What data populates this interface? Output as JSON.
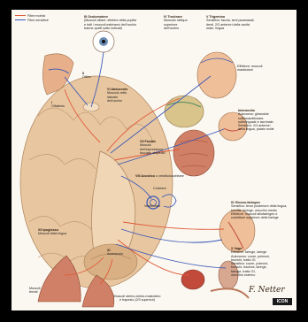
{
  "legend": {
    "motor_label": "Fibre motrici",
    "motor_color": "#e05a3a",
    "sensory_label": "Fibre sensitive",
    "sensory_color": "#3a56b8"
  },
  "nerves": {
    "n1": {
      "title": "I",
      "sub": "Olfattorio"
    },
    "n2": {
      "title": "II",
      "sub": "Ottico"
    },
    "n3": {
      "title": "III Oculomotore",
      "desc": "(Muscoli ciliare, sfintere della pupilla\ne tutti i muscoli estrinseci dell'occhio\ntranne quelli sotto indicati)"
    },
    "n4": {
      "title": "IV Trocleare",
      "desc": "Muscolo obliquo\nsuperiore\ndell'occhio"
    },
    "n5": {
      "title": "V Trigemino",
      "desc": "Sensitivo: faccia, seni paranasali,\ndenti, 2/3 anteriori della cavità\norale, lingua"
    },
    "n5_motor": {
      "desc": "Effettore: muscoli\nmasticatori"
    },
    "n6": {
      "title": "VI Abducente",
      "desc": "Muscolo retto\nlaterale\ndell'occhio"
    },
    "n7": {
      "title": "VII Faciale",
      "desc": "Muscoli\ndell'espressione\nfacciale, stapedio"
    },
    "intermedio": {
      "title": "Intermedio",
      "desc": "Autonomo: ghiandole\nsottomandibolare,\nsottolinguale e lacrimale.\nSensitivo: 2/3 anteriori\ndella lingua, palato molle"
    },
    "n8": {
      "title": "VIII Acustico",
      "desc": "o vestibolocoeleare",
      "cochlear": "Cocleare",
      "vestibular": "Vestibolare"
    },
    "n9": {
      "title": "IX Glosso-faringeo",
      "desc": "Sensitivo: terzo posteriore della lingua,\ntonsilla, faringe, orecchio medio\nEffettore: muscoli stilofaringeo e\ncostrittore superiore della faringe"
    },
    "n10": {
      "title": "X Vago",
      "desc": "Effettore: faringe, laringe\nAutonomo: cuore, polmoni,\nbronchi, tratto GI\nSensitivo: cuore, polmoni,\nbronchi, trachea, laringe,\nfaringe, tratto GI,\norecchio esterno"
    },
    "n11": {
      "title": "XI",
      "sub": "Accessorio",
      "desc": "Muscoli sterno-cleido-mastoideo\ne trapezio (2/3 superiori)"
    },
    "n12": {
      "title": "XII Ipoglosso",
      "desc": "Muscoli della lingua"
    },
    "cervical": {
      "desc": "Muscoli\nterrati"
    }
  },
  "logo": "ICON"
}
